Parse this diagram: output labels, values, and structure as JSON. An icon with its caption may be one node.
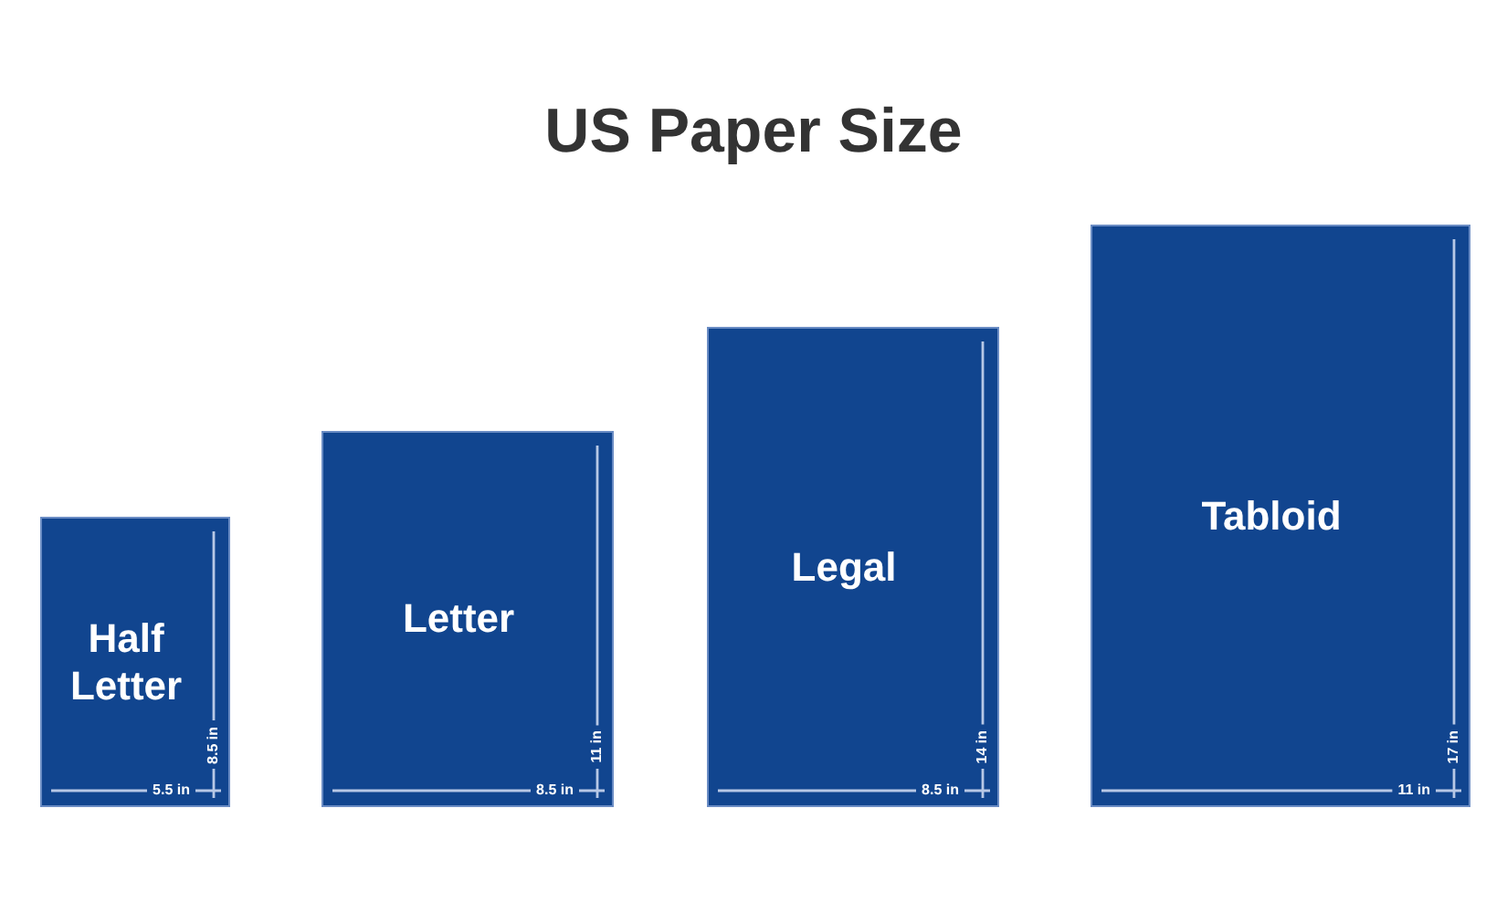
{
  "diagram": {
    "title": "US Paper Size",
    "nodes": [
      {
        "text": [
          "Half Letter"
        ]
      },
      {
        "text": [
          "Letter"
        ]
      },
      {
        "text": [
          "Legal"
        ]
      },
      {
        "text": [
          "Tabloid"
        ]
      }
    ],
    "labels": [
      "8.5 in",
      "5.5 in",
      "11 in",
      "8.5 in",
      "14 in",
      "8.5 in",
      "17 in",
      "11 in"
    ]
  }
}
